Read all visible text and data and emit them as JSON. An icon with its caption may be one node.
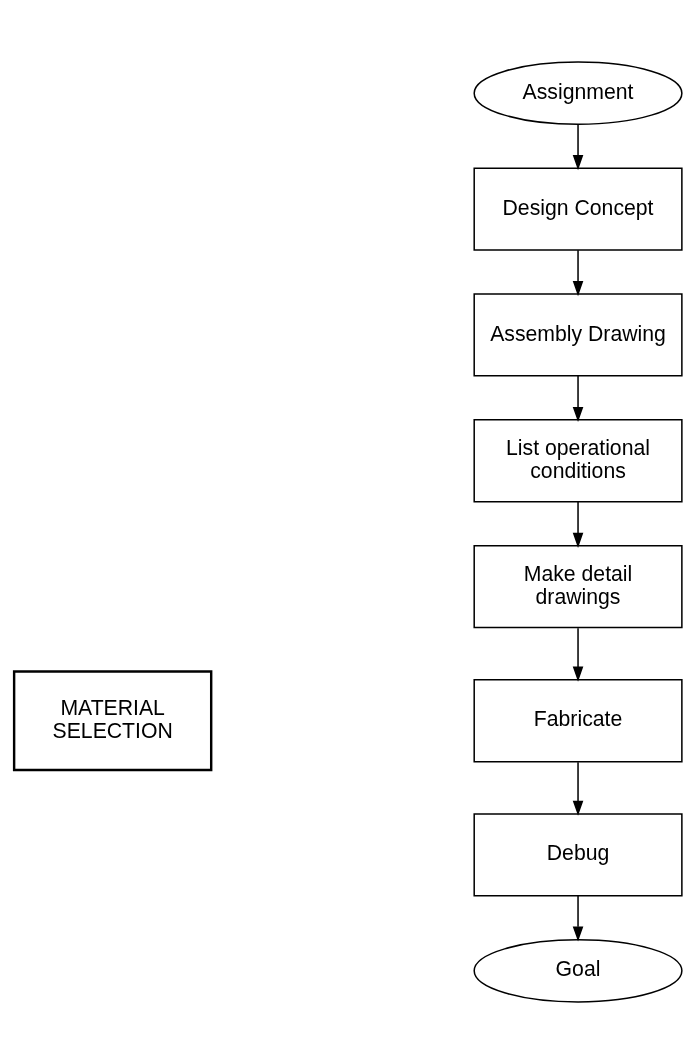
{
  "diagram": {
    "nodes": [
      {
        "text": [
          "Assignment"
        ]
      },
      {
        "text": [
          "Design Concept"
        ]
      },
      {
        "text": [
          "Assembly Drawing"
        ]
      },
      {
        "text": [
          "List operational conditions"
        ]
      },
      {
        "text": [
          "Make detail drawings"
        ]
      },
      {
        "text": [
          "Fabricate"
        ]
      },
      {
        "text": [
          "Debug"
        ]
      },
      {
        "text": [
          "Goal"
        ]
      },
      {
        "text": [
          "MATERIAL SELECTION"
        ]
      }
    ],
    "edges": [
      {
        "from": 0,
        "to": 1,
        "arrow": "to"
      },
      {
        "from": 1,
        "to": 2,
        "arrow": "to"
      },
      {
        "from": 2,
        "to": 3,
        "arrow": "to"
      },
      {
        "from": 3,
        "to": 4,
        "arrow": "to"
      },
      {
        "from": 4,
        "to": 5,
        "arrow": "to"
      },
      {
        "from": 5,
        "to": 6,
        "arrow": "to"
      },
      {
        "from": 6,
        "to": 7,
        "arrow": "to"
      }
    ]
  }
}
